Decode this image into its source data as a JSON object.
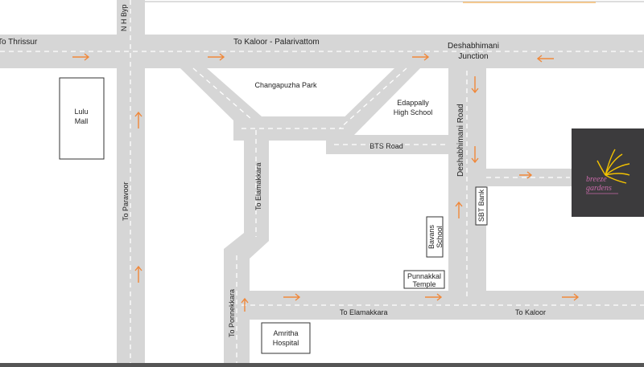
{
  "colors": {
    "road": "#d6d6d6",
    "background": "#ffffff",
    "arrow": "#f0883a",
    "project_box": "#3c3b3d",
    "project_logo": "#f3c200"
  },
  "labels": {
    "to_thrissur": "To Thrissur",
    "nh_bypass": "N H Byp",
    "to_kaloor_palarivattom": "To Kaloor - Palarivattom",
    "deshabhimani_line1": "Deshabhimani",
    "deshabhimani_line2": "Junction",
    "changapuzha_park": "Changapuzha Park",
    "edappally_line1": "Edappally",
    "edappally_line2": "High School",
    "bts_road": "BTS Road",
    "deshabhimani_road": "Deshabhimani Road",
    "to_paravoor": "To Paravoor",
    "to_elamakkara_vertical": "To Elamakkara",
    "to_ponnekkara": "To Ponnekkara",
    "to_elamakkara_bottom": "To Elamakkara",
    "to_kaloor_bottom": "To Kaloor"
  },
  "landmarks": {
    "lulu_line1": "Lulu",
    "lulu_line2": "Mall",
    "bavans_line1": "Bavans",
    "bavans_line2": "School",
    "sbt_bank": "SBT Bank",
    "punnakkal_line1": "Punnakkal",
    "punnakkal_line2": "Temple",
    "amritha_line1": "Amritha",
    "amritha_line2": "Hospital"
  },
  "project": {
    "icon": "flower-logo-icon",
    "line1": "breeze",
    "line2": "gardens"
  }
}
